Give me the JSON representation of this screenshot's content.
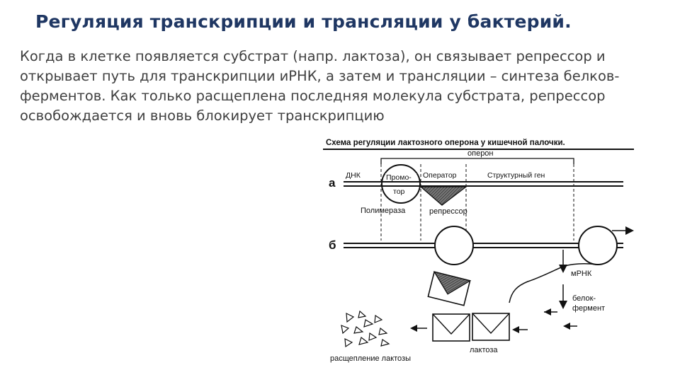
{
  "title": "Регуляция транскрипции и трансляции у бактерий.",
  "paragraph": {
    "line1": "Когда в клетке появляется субстрат (напр. лактоза), он связывает репрессор и",
    "line2": "открывает путь для транскрипции иРНК, а затем и трансляции – синтеза белков-",
    "line3": "ферментов. Как только расщеплена последняя молекула субстрата, репрессор",
    "line4": "освобождается и вновь блокирует транскрипцию"
  },
  "scheme": {
    "caption": "Схема регуляции лактозного оперона у кишечной палочки.",
    "operon": "оперон",
    "row_a": "а",
    "row_b": "б",
    "dna": "ДНК",
    "promoter_1": "Промо-",
    "promoter_2": "тор",
    "operator": "Оператор",
    "structural_gene": "Структурный ген",
    "polymerase": "Полимераза",
    "repressor": "репрессор",
    "mrna": "мРНК",
    "enzyme_1": "белок-",
    "enzyme_2": "фермент",
    "lactose": "лактоза",
    "lactose_split": "расщепление лактозы"
  }
}
